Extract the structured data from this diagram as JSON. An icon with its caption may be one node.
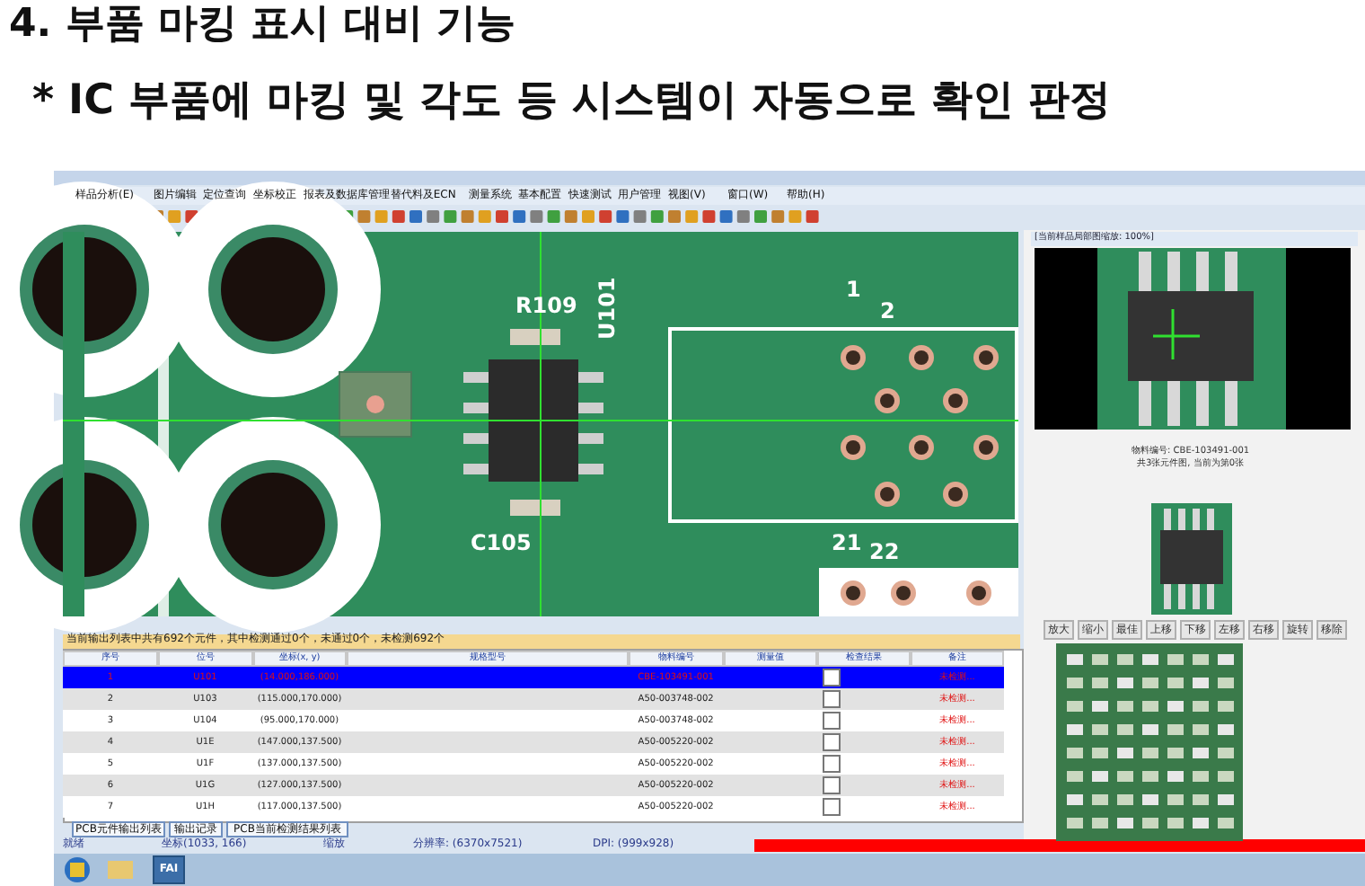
{
  "diagram": {
    "title": "4. 부품 마킹 표시 대비 기능",
    "labels": [
      "* IC 부품에 마킹 및 각도 등 시스템이 자동으로 확인 판정",
      "样品分析(E)",
      "图片编辑",
      "定位查询",
      "坐标校正",
      "报表及数据库管理",
      "替代料及ECN",
      "测量系统",
      "基本配置",
      "快速测试",
      "用户管理",
      "视图(V)",
      "窗口(W)",
      "帮助(H)",
      "R109",
      "U101",
      "1",
      "2",
      "C105",
      "21",
      "22",
      "[当前样品局部图缩放: 100%]",
      "物料编号: CBE-103491-001",
      "共3张元件图, 当前为第0张",
      "放大",
      "缩小",
      "最佳",
      "上移",
      "下移",
      "左移",
      "右移",
      "旋转",
      "移除",
      "当前输出列表中共有692个元件，其中检测通过0个，未通过0个，未检测692个",
      "序号",
      "位号",
      "坐标(x, y)",
      "规格型号",
      "物料编号",
      "测量值",
      "检查结果",
      "备注",
      "1",
      "U101",
      "(14.000,186.000)",
      "CBE-103491-001",
      "未检测...",
      "2",
      "U103",
      "(115.000,170.000)",
      "A50-003748-002",
      "未检测...",
      "3",
      "U104",
      "(95.000,170.000)",
      "A50-003748-002",
      "未检测...",
      "4",
      "U1E",
      "(147.000,137.500)",
      "A50-005220-002",
      "未检测...",
      "5",
      "U1F",
      "(137.000,137.500)",
      "A50-005220-002",
      "未检测...",
      "6",
      "U1G",
      "(127.000,137.500)",
      "A50-005220-002",
      "未检测...",
      "7",
      "U1H",
      "(117.000,137.500)",
      "A50-005220-002",
      "未检测...",
      "PCB元件输出列表",
      "输出记录",
      "PCB当前检测结果列表",
      "就绪",
      "坐标(1033, 166)",
      "缩放",
      "分辨率: (6370x7521)",
      "DPI: (999x928)",
      "FAI"
    ]
  }
}
